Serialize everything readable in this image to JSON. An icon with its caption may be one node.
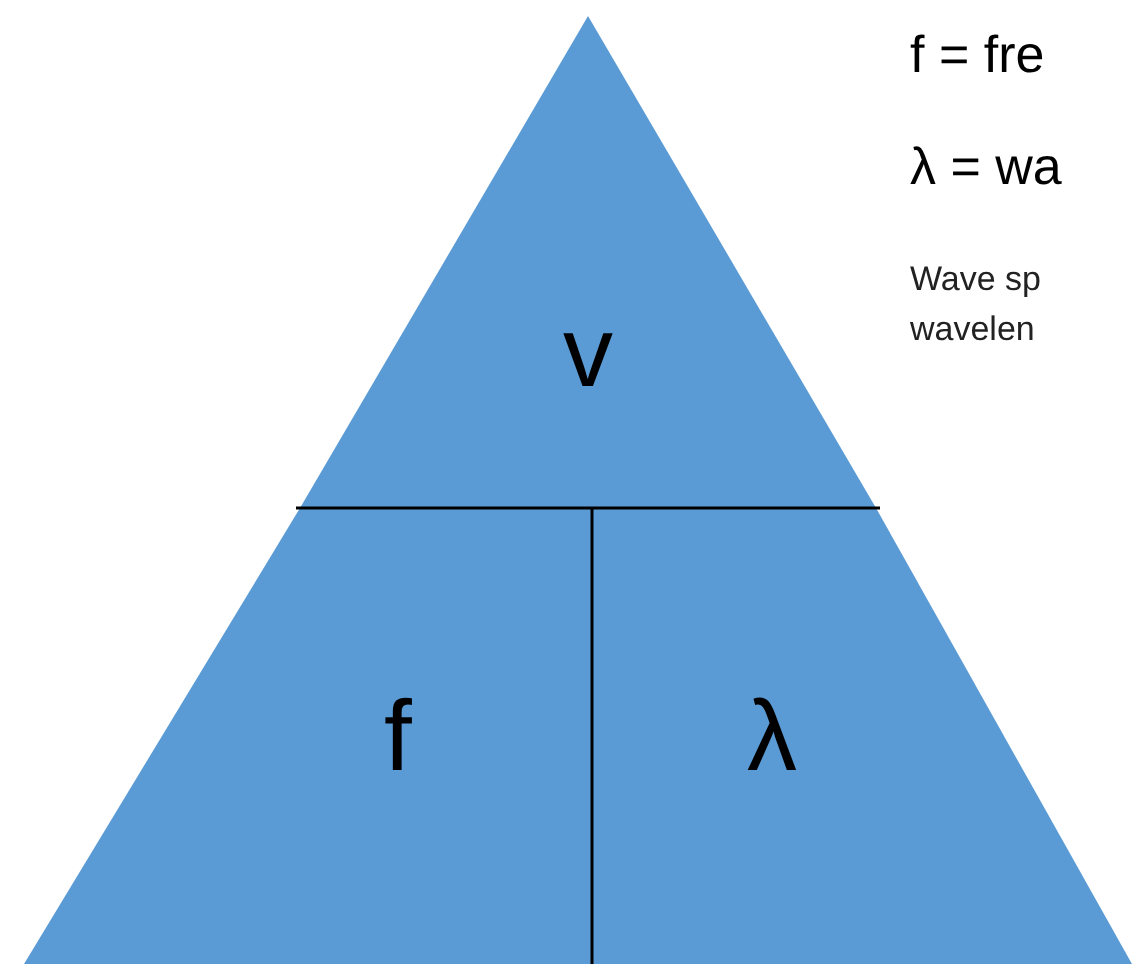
{
  "diagram": {
    "nodes": [
      {
        "text": [
          "v"
        ]
      },
      {
        "text": [
          "f"
        ]
      },
      {
        "text": [
          "λ"
        ]
      }
    ],
    "labels": [
      "f = fre",
      "λ = wa",
      "Wave sp wavelen"
    ]
  }
}
